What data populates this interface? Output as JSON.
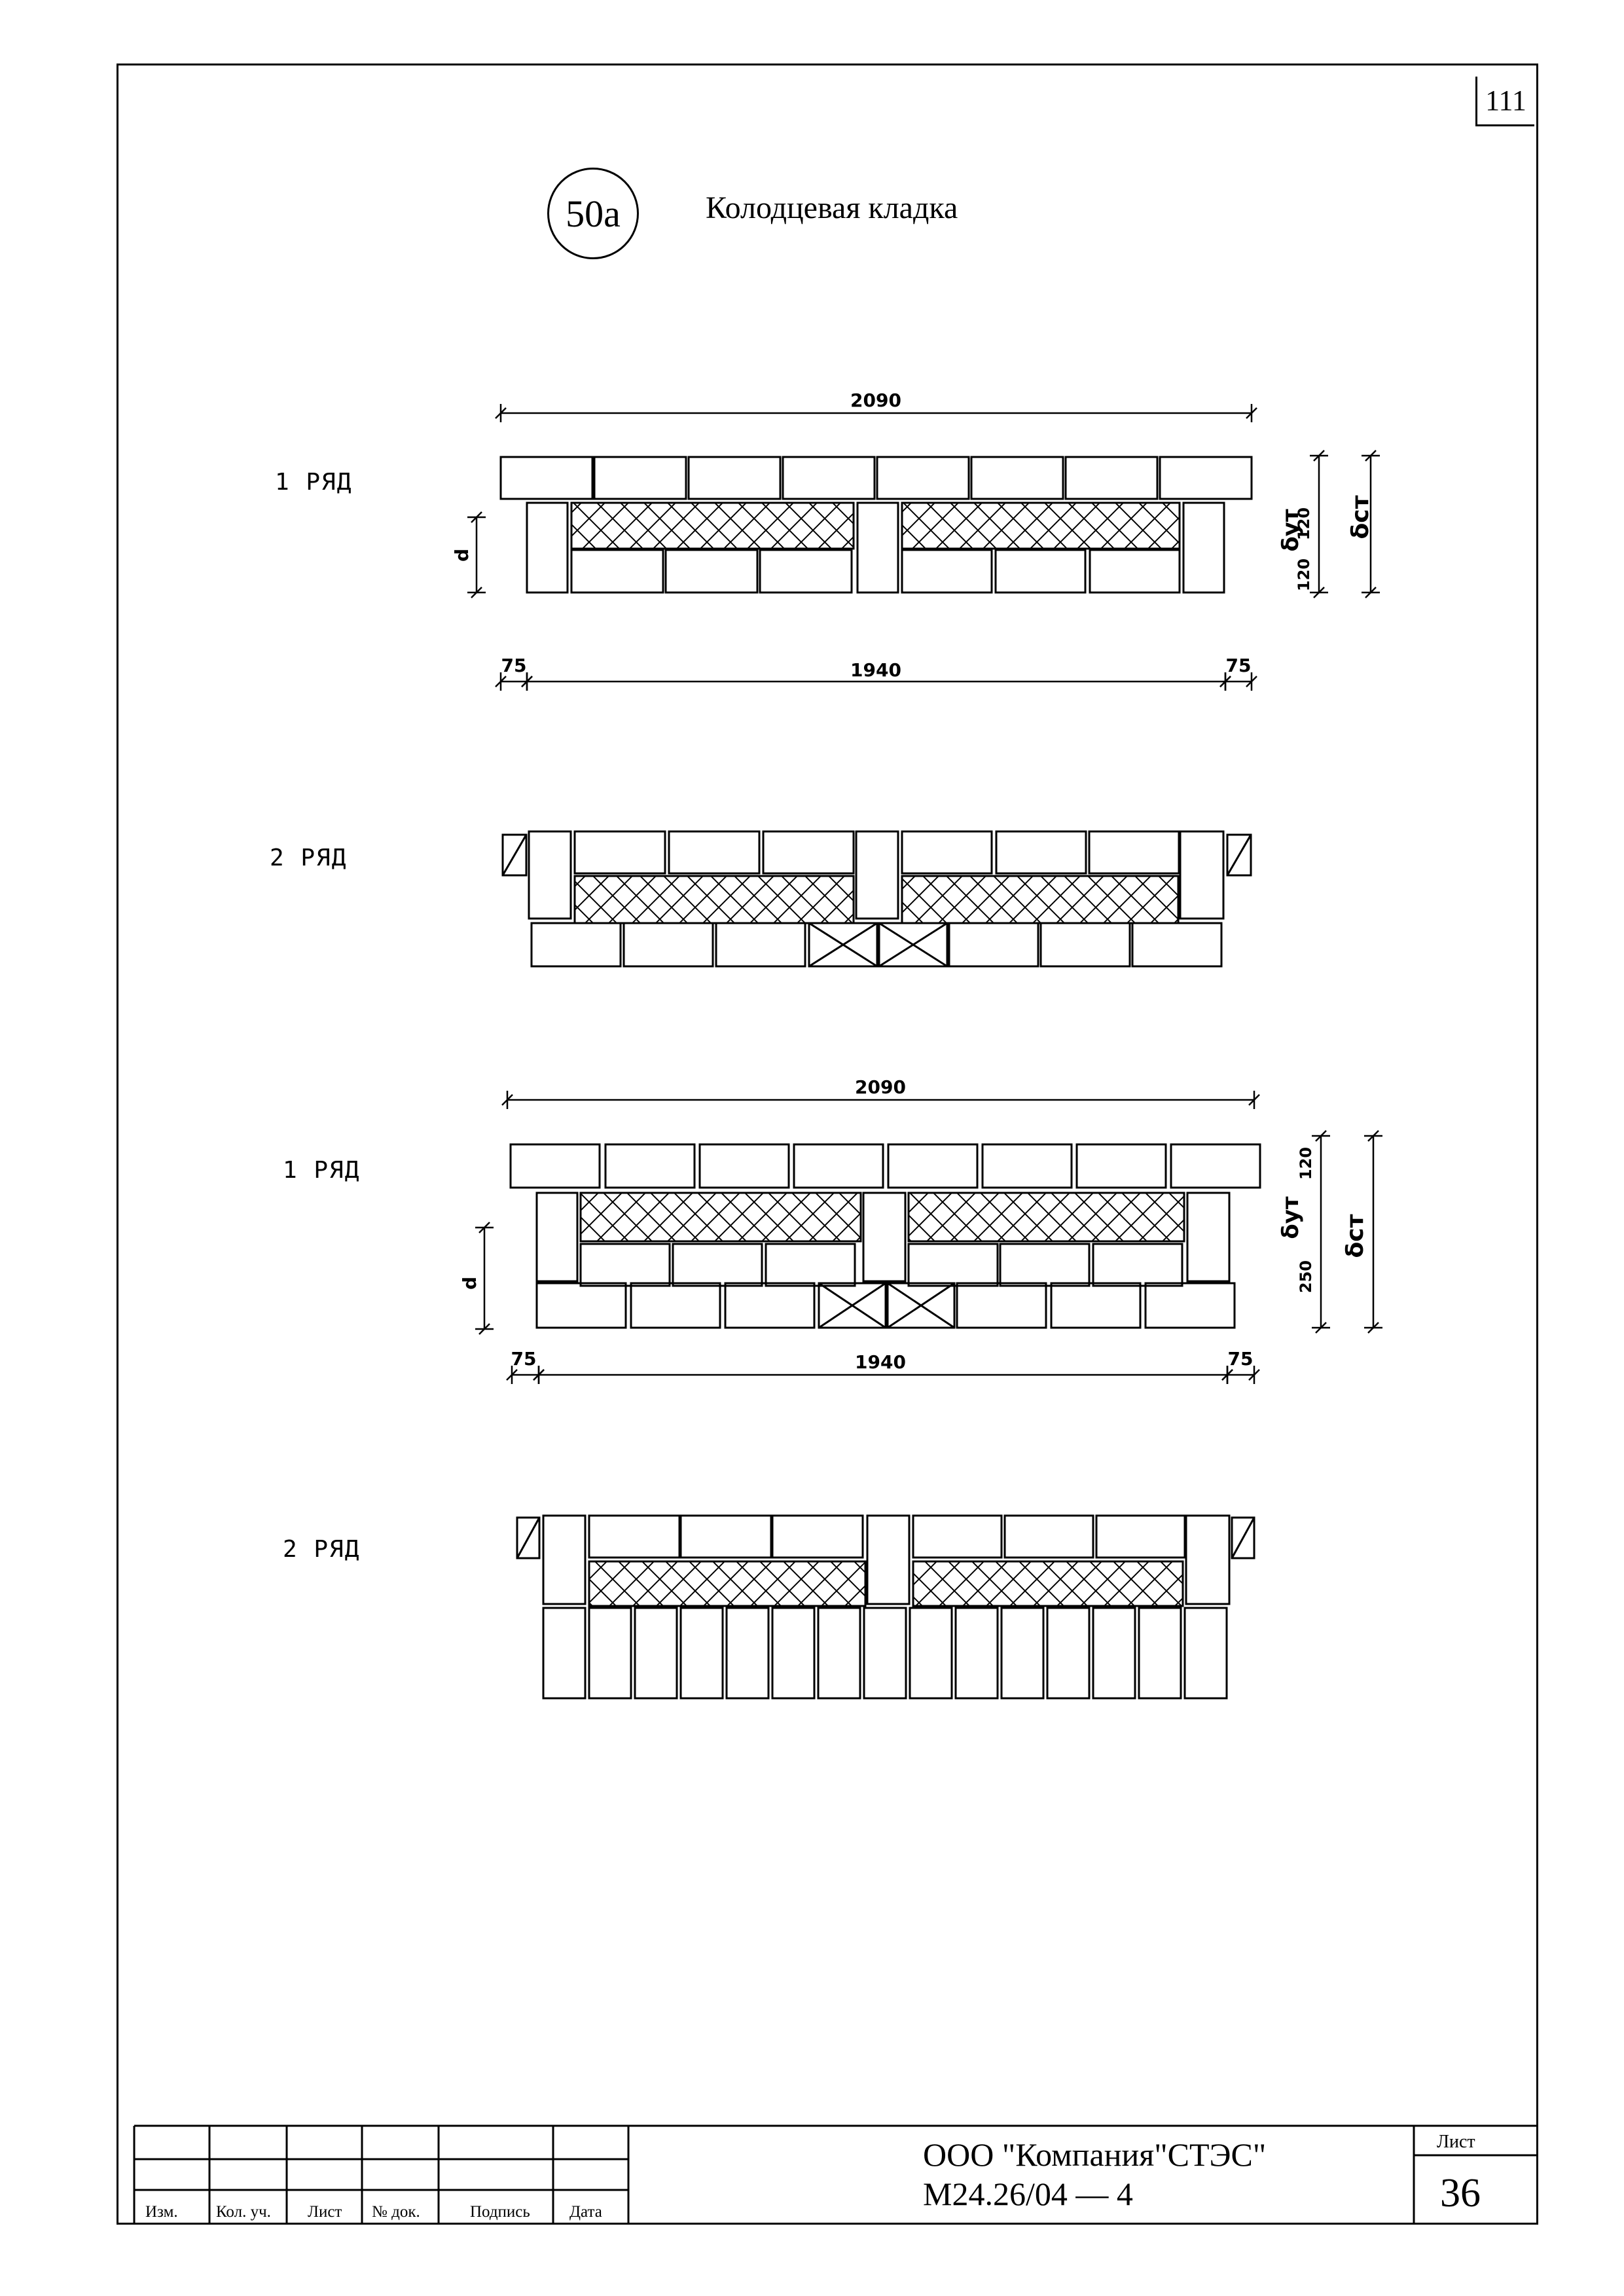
{
  "sheet_number_top": "111",
  "drawing_id": "50а",
  "drawing_title": "Колодцевая кладка",
  "rows": {
    "r1_label": "1 РЯД",
    "r2_label": "2 РЯД",
    "r3_label": "1 РЯД",
    "r4_label": "2 РЯД"
  },
  "dimensions": {
    "overall_top": "2090",
    "inner": "1940",
    "edge": "75",
    "t120": "120",
    "t120b": "120",
    "t250": "250",
    "d_label": "d",
    "delta_ut": "δут",
    "delta_st": "δст"
  },
  "title_block": {
    "izm": "Изм.",
    "kol_uch": "Кол. уч.",
    "list": "Лист",
    "no_dok": "№ док.",
    "podpis": "Подпись",
    "data": "Дата",
    "organization": "ООО \"Компания\"СТЭС\"",
    "doc_code": "М24.26/04 — 4",
    "sheet_label": "Лист",
    "sheet_number": "36"
  }
}
